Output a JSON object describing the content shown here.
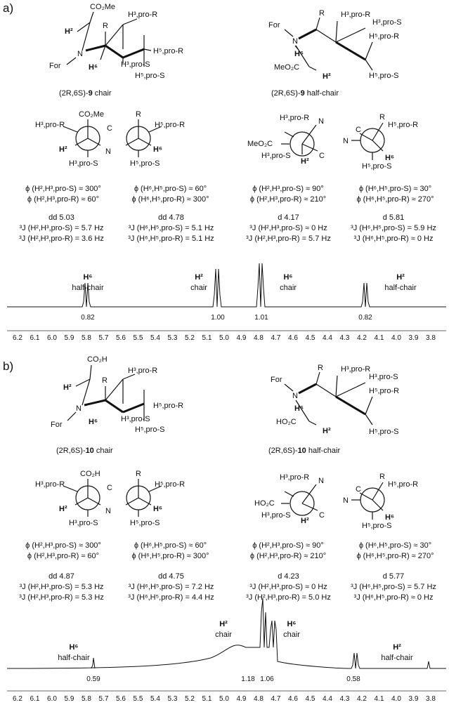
{
  "panels": [
    {
      "label": "a)",
      "chair_name_pre": "(2R,6S)-",
      "chair_name_num": "9",
      "chair_name_post": " chair",
      "half_name_pre": "(2R,6S)-",
      "half_name_num": "9",
      "half_name_post": " half-chair",
      "acid_group": "CO₂Me",
      "acid_group_half": "MeO₂C",
      "newman_acid": "CO₂Me",
      "newman_acid_half": "MeO₂C",
      "phi": [
        [
          "ϕ (H²,H³,pro-S) ≈ 300°",
          "ϕ (H²,H³,pro-R) ≈ 60°"
        ],
        [
          "ϕ (H⁶,H⁵,pro-S) ≈ 60°",
          "ϕ (H⁶,H⁵,pro-R) ≈ 300°"
        ],
        [
          "ϕ (H²,H³,pro-S) ≈ 90°",
          "ϕ (H²,H³,pro-R) ≈ 210°"
        ],
        [
          "ϕ (H⁶,H⁵,pro-S) ≈ 30°",
          "ϕ (H⁶,H⁵,pro-R) ≈ 270°"
        ]
      ],
      "coupling": [
        [
          "dd 5.03",
          "³J (H²,H³,pro-S) = 5.7 Hz",
          "³J (H²,H³,pro-R) = 3.6 Hz"
        ],
        [
          "dd 4.78",
          "³J (H⁶,H⁵,pro-S) = 5.1 Hz",
          "³J (H⁶,H⁵,pro-R) = 5.1 Hz"
        ],
        [
          "d 4.17",
          "³J (H²,H³,pro-S) ≈ 0 Hz",
          "³J (H²,H³,pro-R) = 5.7 Hz"
        ],
        [
          "d 5.81",
          "³J (H⁶,H⁵,pro-S) = 5.9 Hz",
          "³J (H⁶,H⁵,pro-R) ≈ 0 Hz"
        ]
      ],
      "peaks": [
        {
          "title": "H⁶",
          "sub": "half-chair",
          "integral": "0.82"
        },
        {
          "title": "H²",
          "sub": "chair",
          "integral": "1.00"
        },
        {
          "title": "H⁶",
          "sub": "chair",
          "integral": "1.01"
        },
        {
          "title": "H²",
          "sub": "half-chair",
          "integral": "0.82"
        }
      ]
    },
    {
      "label": "b)",
      "chair_name_pre": "(2R,6S)-",
      "chair_name_num": "10",
      "chair_name_post": " chair",
      "half_name_pre": "(2R,6S)-",
      "half_name_num": "10",
      "half_name_post": " half-chair",
      "acid_group": "CO₂H",
      "acid_group_half": "HO₂C",
      "newman_acid": "CO₂H",
      "newman_acid_half": "HO₂C",
      "phi": [
        [
          "ϕ (H²,H³,pro-S) ≈ 300°",
          "ϕ (H²,H³,pro-R) ≈ 60°"
        ],
        [
          "ϕ (H⁶,H⁵,pro-S) ≈ 60°",
          "ϕ (H⁶,H⁵,pro-R) ≈ 300°"
        ],
        [
          "ϕ (H²,H³,pro-S) ≈ 90°",
          "ϕ (H²,H³,pro-R) ≈ 210°"
        ],
        [
          "ϕ (H⁶,H⁵,pro-S) ≈ 30°",
          "ϕ (H⁶,H⁵,pro-R) ≈ 270°"
        ]
      ],
      "coupling": [
        [
          "dd 4.87",
          "³J (H²,H³,pro-S) = 5.3 Hz",
          "³J (H²,H³,pro-R) = 5.3 Hz"
        ],
        [
          "dd 4.75",
          "³J (H⁶,H⁵,pro-S) = 7.2 Hz",
          "³J (H⁶,H⁵,pro-R) = 4.4 Hz"
        ],
        [
          "d 4.23",
          "³J (H²,H³,pro-S) ≈ 0 Hz",
          "³J (H²,H³,pro-R) = 5.0 Hz"
        ],
        [
          "d 5.77",
          "³J (H⁶,H⁵,pro-S) = 5.7 Hz",
          "³J (H⁶,H⁵,pro-R) ≈ 0 Hz"
        ]
      ],
      "peaks": [
        {
          "title": "H⁶",
          "sub": "half-chair",
          "integral": "0.59"
        },
        {
          "title": "H²",
          "sub": "chair",
          "integral": "1.18"
        },
        {
          "title": "H⁶",
          "sub": "chair",
          "integral": "1.06"
        },
        {
          "title": "H²",
          "sub": "half-chair",
          "integral": "0.58"
        }
      ]
    }
  ],
  "atom_labels": {
    "h2": "H²",
    "h6": "H⁶",
    "n": "N",
    "c": "C",
    "r": "R",
    "for": "For",
    "h3r": "H³,pro-R",
    "h3s": "H³,pro-S",
    "h5r": "H⁵,pro-R",
    "h5s": "H⁵,pro-S"
  },
  "ppm_ticks": [
    "6.2",
    "6.1",
    "6.0",
    "5.9",
    "5.8",
    "5.7",
    "5.6",
    "5.5",
    "5.4",
    "5.3",
    "5.2",
    "5.1",
    "5.0",
    "4.9",
    "4.8",
    "4.7",
    "4.6",
    "4.5",
    "4.4",
    "4.3",
    "4.2",
    "4.1",
    "4.0",
    "3.9",
    "3.8"
  ]
}
